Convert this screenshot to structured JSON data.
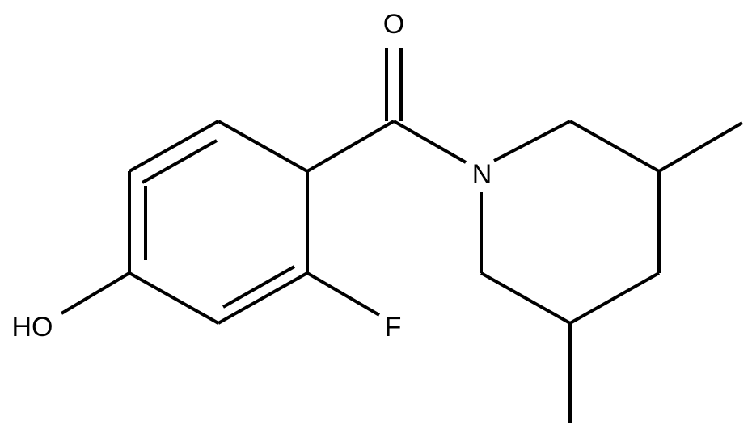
{
  "molecule": {
    "atoms": {
      "carbonyl_oxygen": "O",
      "ring_nitrogen": "N",
      "fluorine": "F",
      "hydroxyl": "HO"
    },
    "colors": {
      "bond": "#000000",
      "label": "#000000",
      "background": "#ffffff"
    }
  }
}
